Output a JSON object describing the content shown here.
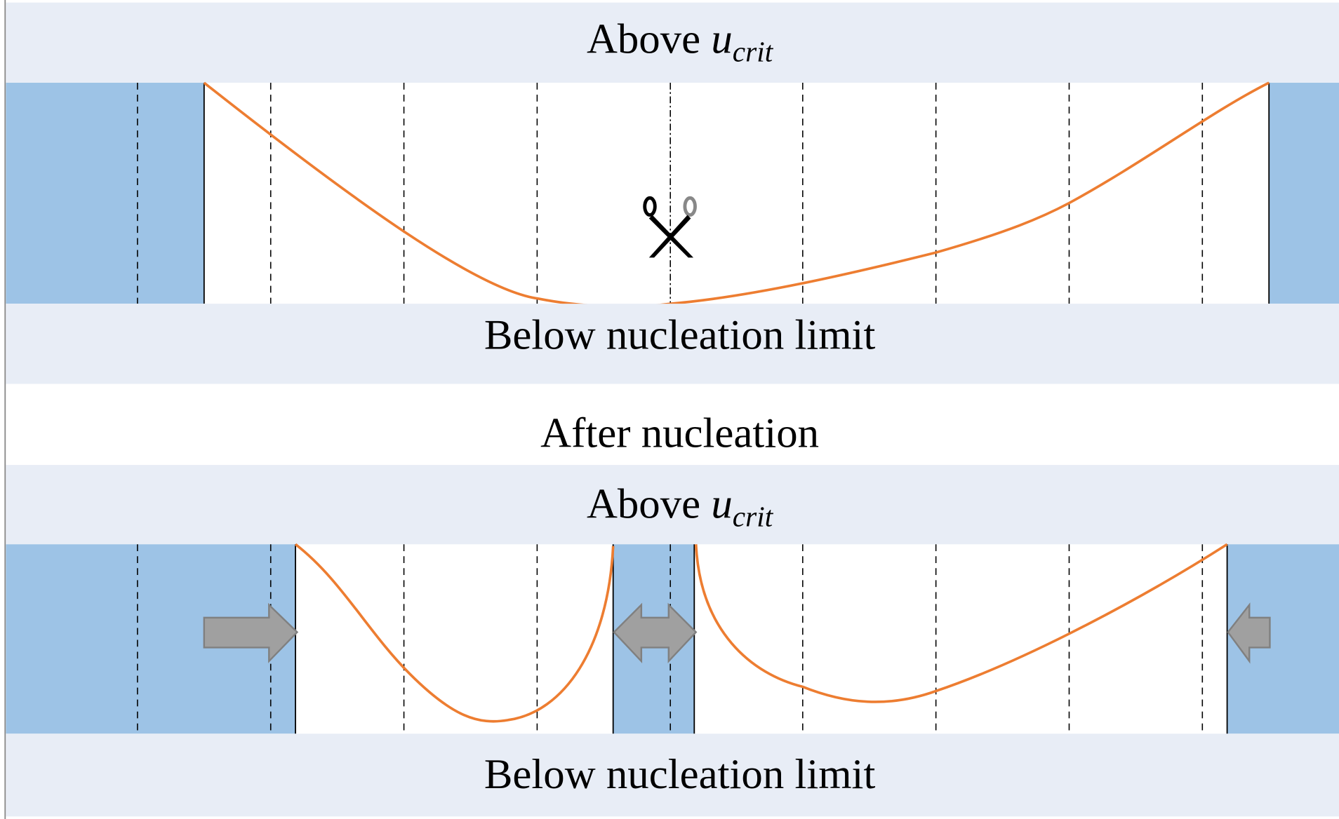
{
  "top_panel": {
    "upper_label": "Above ",
    "upper_symbol": "u",
    "upper_subscript": "crit",
    "lower_label": "Below nucleation limit"
  },
  "divider_label": "After nucleation",
  "bottom_panel": {
    "upper_label": "Above ",
    "upper_symbol": "u",
    "upper_subscript": "crit",
    "lower_label": "Below nucleation limit"
  },
  "colors": {
    "band": "#E8EDF6",
    "region": "#9DC3E6",
    "curve": "#ED7D31",
    "arrow": "#A0A0A0"
  },
  "icons": [
    "scissors-icon",
    "arrow-right-icon",
    "arrow-double-icon",
    "arrow-left-icon"
  ]
}
